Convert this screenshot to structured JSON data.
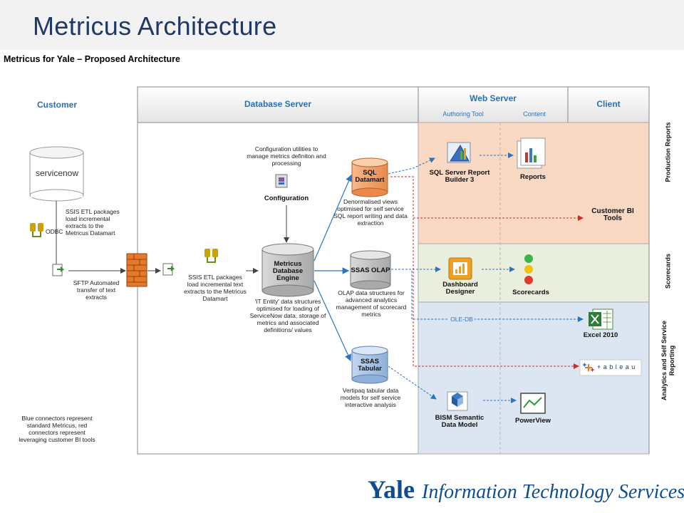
{
  "slide": {
    "title": "Metricus Architecture",
    "subtitle": "Metricus for Yale – Proposed Architecture"
  },
  "columns": {
    "customer": "Customer",
    "database_server": "Database Server",
    "web_server": "Web Server",
    "authoring_tool": "Authoring Tool",
    "content": "Content",
    "client": "Client"
  },
  "rows": {
    "production_reports": "Production Reports",
    "scorecards": "Scorecards",
    "analytics": "Analytics and Self Service Reporting"
  },
  "customer": {
    "servicenow": "servicenow",
    "odbc": "ODBC",
    "ssis_note": "SSIS ETL packages load incremental extracts to the Metricus Datamart",
    "sftp_note": "SFTP Automated transfer of text extracts",
    "legend_note": "Blue connectors represent standard Metricus, red connectors represent leveraging customer BI tools"
  },
  "database": {
    "ssis_note": "SSIS ETL packages load incremental text extracts to the Metricus Datamart",
    "config_note": "Configuration utilities to manage metrics definiton and processing",
    "config_label": "Configuration",
    "engine_label": "Metricus Database Engine",
    "engine_note": "'IT Entity' data structures optimised for loading of ServiceNow data, storage of metrics and associated definitions/ values",
    "sql_datamart": "SQL Datamart",
    "sql_note": "Denormalised views optimised for self service SQL report writing and data extraction",
    "ssas_olap": "SSAS OLAP",
    "olap_note": "OLAP data structures for advanced analytics management of scorecard metrics",
    "ssas_tabular": "SSAS Tabular",
    "tabular_note": "Vertipaq tabular data models for self service interactive analysis"
  },
  "web": {
    "report_builder": "SQL Server Report Builder 3",
    "reports": "Reports",
    "dashboard_designer": "Dashboard Designer",
    "scorecards": "Scorecards",
    "oledb": "OLE-DB",
    "bism": "BISM Semantic Data Model",
    "powerview": "PowerView"
  },
  "client": {
    "customer_bi": "Customer BI Tools",
    "excel": "Excel 2010",
    "tableau": "+ a b l e a u"
  },
  "footer": {
    "yale": "Yale",
    "its": "Information Technology Services"
  },
  "colors": {
    "title": "#1f3864",
    "header": "#2c6fb7",
    "blue_connector": "#2a74c6",
    "red_connector": "#d22a2a",
    "production_band": "#f9d8c4",
    "scorecard_band": "#e9eedd",
    "analytics_band": "#dce6f2"
  }
}
